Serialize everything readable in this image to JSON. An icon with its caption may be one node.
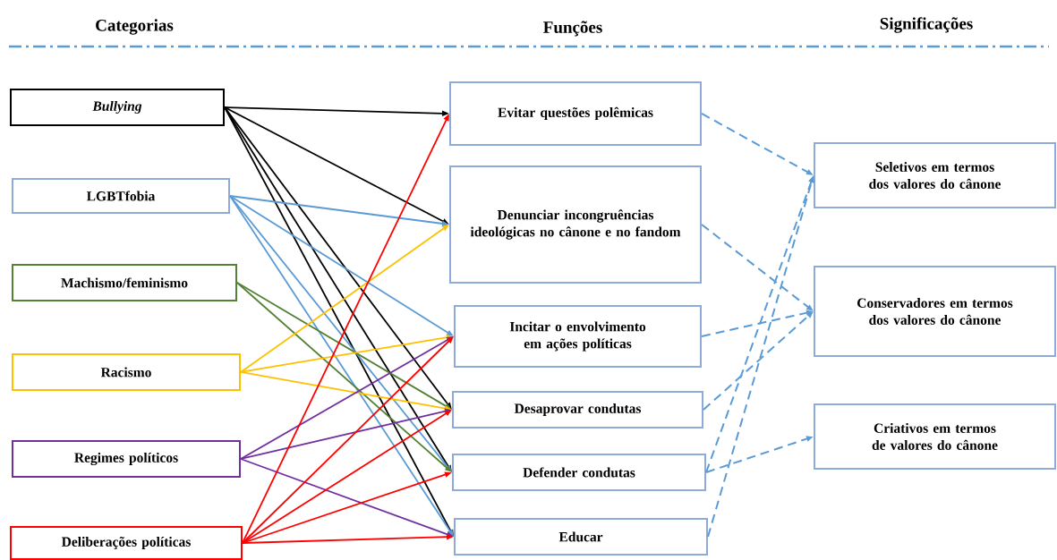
{
  "diagram": {
    "nodes": [
      {
        "text": [
          "Bullying"
        ]
      },
      {
        "text": [
          "LGBTfobia"
        ]
      },
      {
        "text": [
          "Machismo/feminismo"
        ]
      },
      {
        "text": [
          "Racismo"
        ]
      },
      {
        "text": [
          "Regimes políticos"
        ]
      },
      {
        "text": [
          "Deliberações políticas"
        ]
      },
      {
        "text": [
          "Evitar questões polêmicas"
        ]
      },
      {
        "text": [
          "Denunciar incongruências ideológicas no cânone e no fandom"
        ]
      },
      {
        "text": [
          "Incitar o envolvimento em ações políticas"
        ]
      },
      {
        "text": [
          "Desaprovar condutas"
        ]
      },
      {
        "text": [
          "Defender condutas"
        ]
      },
      {
        "text": [
          "Educar"
        ]
      },
      {
        "text": [
          "Seletivos em termos dos valores do cânone"
        ]
      },
      {
        "text": [
          "Conservadores em termos dos valores do cânone"
        ]
      },
      {
        "text": [
          "Criativos em termos de valores do cânone"
        ]
      }
    ],
    "edges": [
      {
        "from": 0,
        "to": 6,
        "arrow": "to",
        "color": "#000000"
      },
      {
        "from": 0,
        "to": 7,
        "arrow": "to",
        "color": "#000000"
      },
      {
        "from": 0,
        "to": 9,
        "arrow": "to",
        "color": "#000000"
      },
      {
        "from": 0,
        "to": 10,
        "arrow": "to",
        "color": "#000000"
      },
      {
        "from": 0,
        "to": 11,
        "arrow": "to",
        "color": "#000000"
      },
      {
        "from": 1,
        "to": 7,
        "arrow": "to",
        "color": "#5b9bd5"
      },
      {
        "from": 1,
        "to": 8,
        "arrow": "to",
        "color": "#5b9bd5"
      },
      {
        "from": 1,
        "to": 10,
        "arrow": "to",
        "color": "#5b9bd5"
      },
      {
        "from": 1,
        "to": 11,
        "arrow": "to",
        "color": "#5b9bd5"
      },
      {
        "from": 2,
        "to": 9,
        "arrow": "to",
        "color": "#548235"
      },
      {
        "from": 2,
        "to": 10,
        "arrow": "to",
        "color": "#548235"
      },
      {
        "from": 3,
        "to": 7,
        "arrow": "to",
        "color": "#ffc000"
      },
      {
        "from": 3,
        "to": 8,
        "arrow": "to",
        "color": "#ffc000"
      },
      {
        "from": 3,
        "to": 9,
        "arrow": "to",
        "color": "#ffc000"
      },
      {
        "from": 4,
        "to": 8,
        "arrow": "to",
        "color": "#7030a0"
      },
      {
        "from": 4,
        "to": 9,
        "arrow": "to",
        "color": "#7030a0"
      },
      {
        "from": 4,
        "to": 11,
        "arrow": "to",
        "color": "#7030a0"
      },
      {
        "from": 5,
        "to": 6,
        "arrow": "to",
        "color": "#ff0000"
      },
      {
        "from": 5,
        "to": 8,
        "arrow": "to",
        "color": "#ff0000"
      },
      {
        "from": 5,
        "to": 9,
        "arrow": "to",
        "color": "#ff0000"
      },
      {
        "from": 5,
        "to": 10,
        "arrow": "to",
        "color": "#ff0000"
      },
      {
        "from": 5,
        "to": 11,
        "arrow": "to",
        "color": "#ff0000"
      },
      {
        "from": 6,
        "to": 12,
        "arrow": "to",
        "style": "dashed",
        "color": "#5b9bd5"
      },
      {
        "from": 7,
        "to": 13,
        "arrow": "to",
        "style": "dashed",
        "color": "#5b9bd5"
      },
      {
        "from": 8,
        "to": 13,
        "arrow": "to",
        "style": "dashed",
        "color": "#5b9bd5"
      },
      {
        "from": 9,
        "to": 13,
        "arrow": "to",
        "style": "dashed",
        "color": "#5b9bd5"
      },
      {
        "from": 10,
        "to": 12,
        "arrow": "to",
        "style": "dashed",
        "color": "#5b9bd5"
      },
      {
        "from": 10,
        "to": 14,
        "arrow": "to",
        "style": "dashed",
        "color": "#5b9bd5"
      },
      {
        "from": 11,
        "to": 12,
        "arrow": "to",
        "style": "dashed",
        "color": "#5b9bd5"
      }
    ],
    "labels": [
      "Categorias",
      "Funções",
      "Significações"
    ]
  }
}
